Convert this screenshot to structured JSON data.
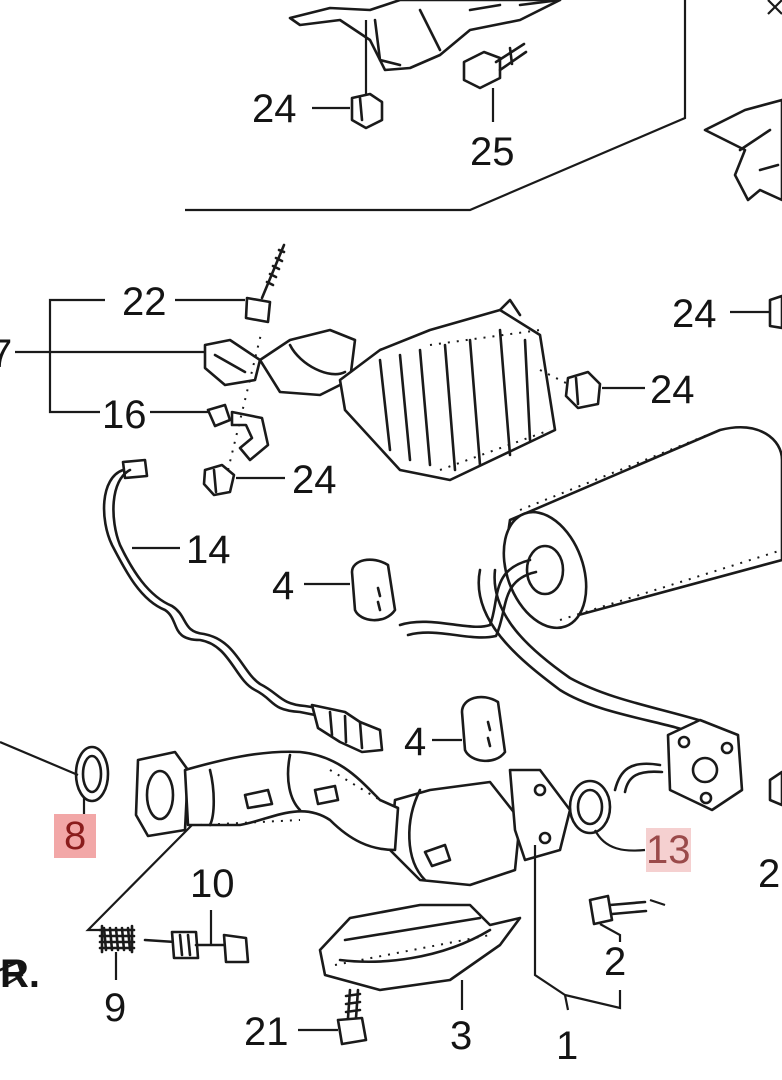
{
  "diagram": {
    "callouts": {
      "c1": "1",
      "c2": "2",
      "c2_edge": "2",
      "c3": "3",
      "c4_upper": "4",
      "c4_lower": "4",
      "c7": "7",
      "c8": "8",
      "c9": "9",
      "c10": "10",
      "c13": "13",
      "c14": "14",
      "c16": "16",
      "c21": "21",
      "c22": "22",
      "c24_top": "24",
      "c24_right_top": "24",
      "c24_heatshield": "24",
      "c24_bracket": "24",
      "c25": "25",
      "fr_mark": "R."
    },
    "highlights": {
      "c8": "#f2a7a7",
      "c13": "#f5d0d0"
    }
  }
}
